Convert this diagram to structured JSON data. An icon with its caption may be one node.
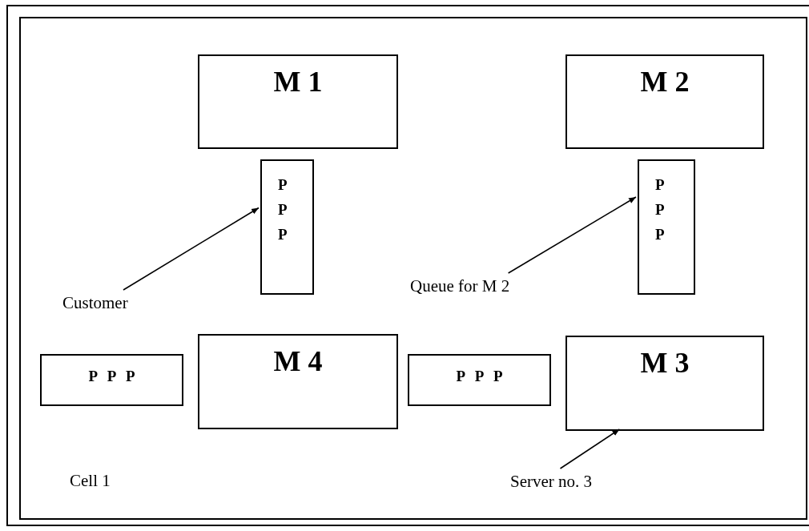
{
  "diagram": {
    "nodes": [
      {
        "text": [
          "Cell 1"
        ]
      },
      {
        "text": [
          "M 1"
        ],
        "in": 0
      },
      {
        "text": [
          "M 2"
        ],
        "in": 0
      },
      {
        "text": [
          "P P P"
        ],
        "in": 0
      },
      {
        "text": [
          "P P P"
        ],
        "in": 0
      },
      {
        "text": [
          "P P P"
        ],
        "in": 0
      },
      {
        "text": [
          "M 4"
        ],
        "in": 0
      },
      {
        "text": [
          "P P P"
        ],
        "in": 0
      },
      {
        "text": [
          "M 3"
        ],
        "in": 0
      },
      {
        "text": [
          "Customer"
        ],
        "in": 0
      },
      {
        "text": [
          "Queue for M 2"
        ],
        "in": 0
      },
      {
        "text": [
          "Server no. 3"
        ],
        "in": 0
      }
    ],
    "edges": [
      {
        "from": 9,
        "to": 3,
        "arrow": "to"
      },
      {
        "from": 10,
        "to": 4,
        "arrow": "to"
      },
      {
        "from": 11,
        "to": 8,
        "arrow": "to"
      }
    ]
  }
}
